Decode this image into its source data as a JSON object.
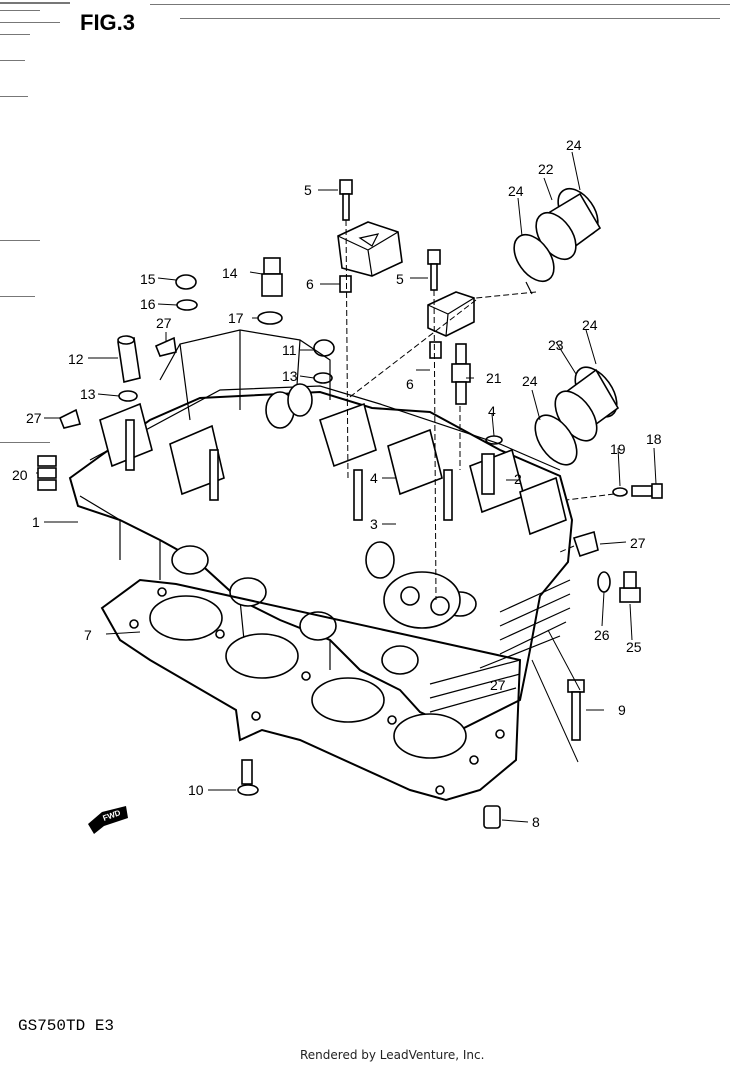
{
  "figure_title": "FIG.3",
  "model_code": "GS750TD  E3",
  "footer_credit": "Rendered by LeadVenture, Inc.",
  "direction_marker": "FWD",
  "callouts": [
    {
      "id": "c24a",
      "label": "24"
    },
    {
      "id": "c22",
      "label": "22"
    },
    {
      "id": "c24b",
      "label": "24"
    },
    {
      "id": "c5a",
      "label": "5"
    },
    {
      "id": "c5b",
      "label": "5"
    },
    {
      "id": "c15",
      "label": "15"
    },
    {
      "id": "c14",
      "label": "14"
    },
    {
      "id": "c6a",
      "label": "6"
    },
    {
      "id": "c16",
      "label": "16"
    },
    {
      "id": "c17",
      "label": "17"
    },
    {
      "id": "c27a",
      "label": "27"
    },
    {
      "id": "c24c",
      "label": "24"
    },
    {
      "id": "c23",
      "label": "23"
    },
    {
      "id": "c12",
      "label": "12"
    },
    {
      "id": "c11",
      "label": "11"
    },
    {
      "id": "c13a",
      "label": "13"
    },
    {
      "id": "c13b",
      "label": "13"
    },
    {
      "id": "c6b",
      "label": "6"
    },
    {
      "id": "c21",
      "label": "21"
    },
    {
      "id": "c24d",
      "label": "24"
    },
    {
      "id": "c27b",
      "label": "27"
    },
    {
      "id": "c4a",
      "label": "4"
    },
    {
      "id": "c19",
      "label": "19"
    },
    {
      "id": "c18",
      "label": "18"
    },
    {
      "id": "c20",
      "label": "20"
    },
    {
      "id": "c2",
      "label": "2"
    },
    {
      "id": "c4b",
      "label": "4"
    },
    {
      "id": "c1",
      "label": "1"
    },
    {
      "id": "c3",
      "label": "3"
    },
    {
      "id": "c27c",
      "label": "27"
    },
    {
      "id": "c7",
      "label": "7"
    },
    {
      "id": "c26",
      "label": "26"
    },
    {
      "id": "c25",
      "label": "25"
    },
    {
      "id": "c27d",
      "label": "27"
    },
    {
      "id": "c9",
      "label": "9"
    },
    {
      "id": "c10",
      "label": "10"
    },
    {
      "id": "c8",
      "label": "8"
    }
  ]
}
